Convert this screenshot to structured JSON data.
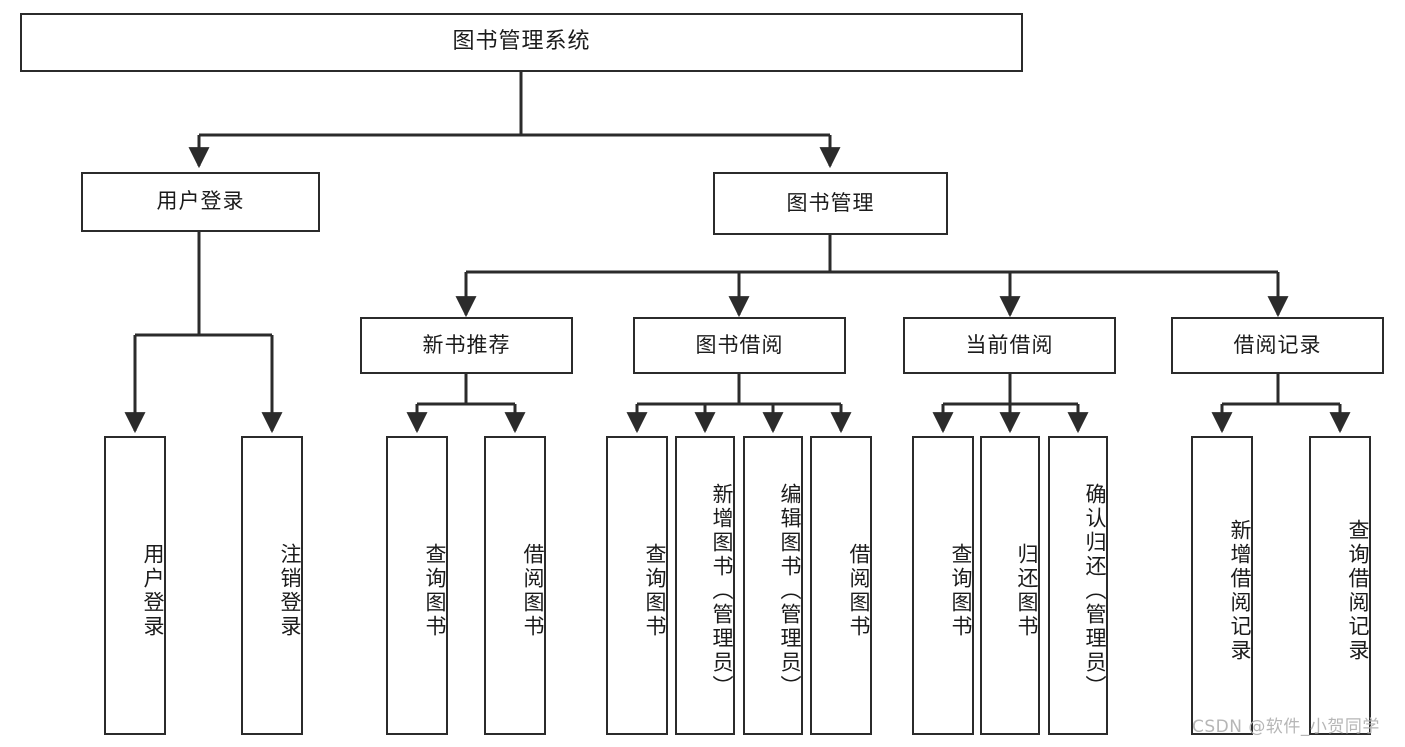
{
  "diagram": {
    "type": "tree",
    "title": "图书管理系统",
    "root": {
      "label": "图书管理系统"
    },
    "level2": [
      {
        "label": "用户登录"
      },
      {
        "label": "图书管理"
      }
    ],
    "level3": [
      {
        "label": "新书推荐"
      },
      {
        "label": "图书借阅"
      },
      {
        "label": "当前借阅"
      },
      {
        "label": "借阅记录"
      }
    ],
    "leaves": {
      "user_login": [
        {
          "label": "用户登录"
        },
        {
          "label": "注销登录"
        }
      ],
      "new_book_recommend": [
        {
          "label": "查询图书"
        },
        {
          "label": "借阅图书"
        }
      ],
      "book_borrow": [
        {
          "label": "查询图书"
        },
        {
          "label": "新增图书（管理员）"
        },
        {
          "label": "编辑图书（管理员）"
        },
        {
          "label": "借阅图书"
        }
      ],
      "current_borrow": [
        {
          "label": "查询图书"
        },
        {
          "label": "归还图书"
        },
        {
          "label": "确认归还（管理员）"
        }
      ],
      "borrow_record": [
        {
          "label": "新增借阅记录"
        },
        {
          "label": "查询借阅记录"
        }
      ]
    }
  },
  "watermark": {
    "text": "CSDN @软件_小贺同学"
  },
  "colors": {
    "background": "#ffffff",
    "node_border": "#2b2b2b",
    "node_fill": "#ffffff",
    "text": "#1b1b1b",
    "edge": "#2b2b2b",
    "watermark": "#b6b6b6"
  }
}
